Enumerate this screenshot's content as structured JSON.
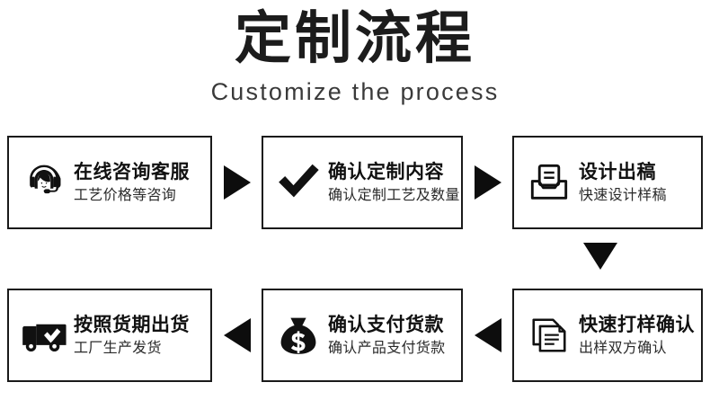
{
  "header": {
    "title": "定制流程",
    "subtitle": "Customize the process"
  },
  "colors": {
    "text": "#1a1a1a",
    "border": "#1a1a1a",
    "arrow": "#0d0d0d",
    "background": "#ffffff"
  },
  "flow": {
    "row1": [
      {
        "icon": "headset-support-icon",
        "title": "在线咨询客服",
        "subtitle": "工艺价格等咨询"
      },
      {
        "icon": "checkmark-icon",
        "title": "确认定制内容",
        "subtitle": "确认定制工艺及数量"
      },
      {
        "icon": "document-tray-icon",
        "title": "设计出稿",
        "subtitle": "快速设计样稿"
      }
    ],
    "row2": [
      {
        "icon": "delivery-truck-check-icon",
        "title": "按照货期出货",
        "subtitle": "工厂生产发货"
      },
      {
        "icon": "money-bag-dollar-icon",
        "title": "确认支付货款",
        "subtitle": "确认产品支付货款"
      },
      {
        "icon": "stacked-documents-icon",
        "title": "快速打样确认",
        "subtitle": "出样双方确认"
      }
    ],
    "connectors": [
      {
        "name": "arrow-right-step1-step2",
        "direction": "right"
      },
      {
        "name": "arrow-right-step2-step3",
        "direction": "right"
      },
      {
        "name": "arrow-down-step3-step4",
        "direction": "down"
      },
      {
        "name": "arrow-left-step4-step5",
        "direction": "left"
      },
      {
        "name": "arrow-left-step5-step6",
        "direction": "left"
      }
    ]
  }
}
